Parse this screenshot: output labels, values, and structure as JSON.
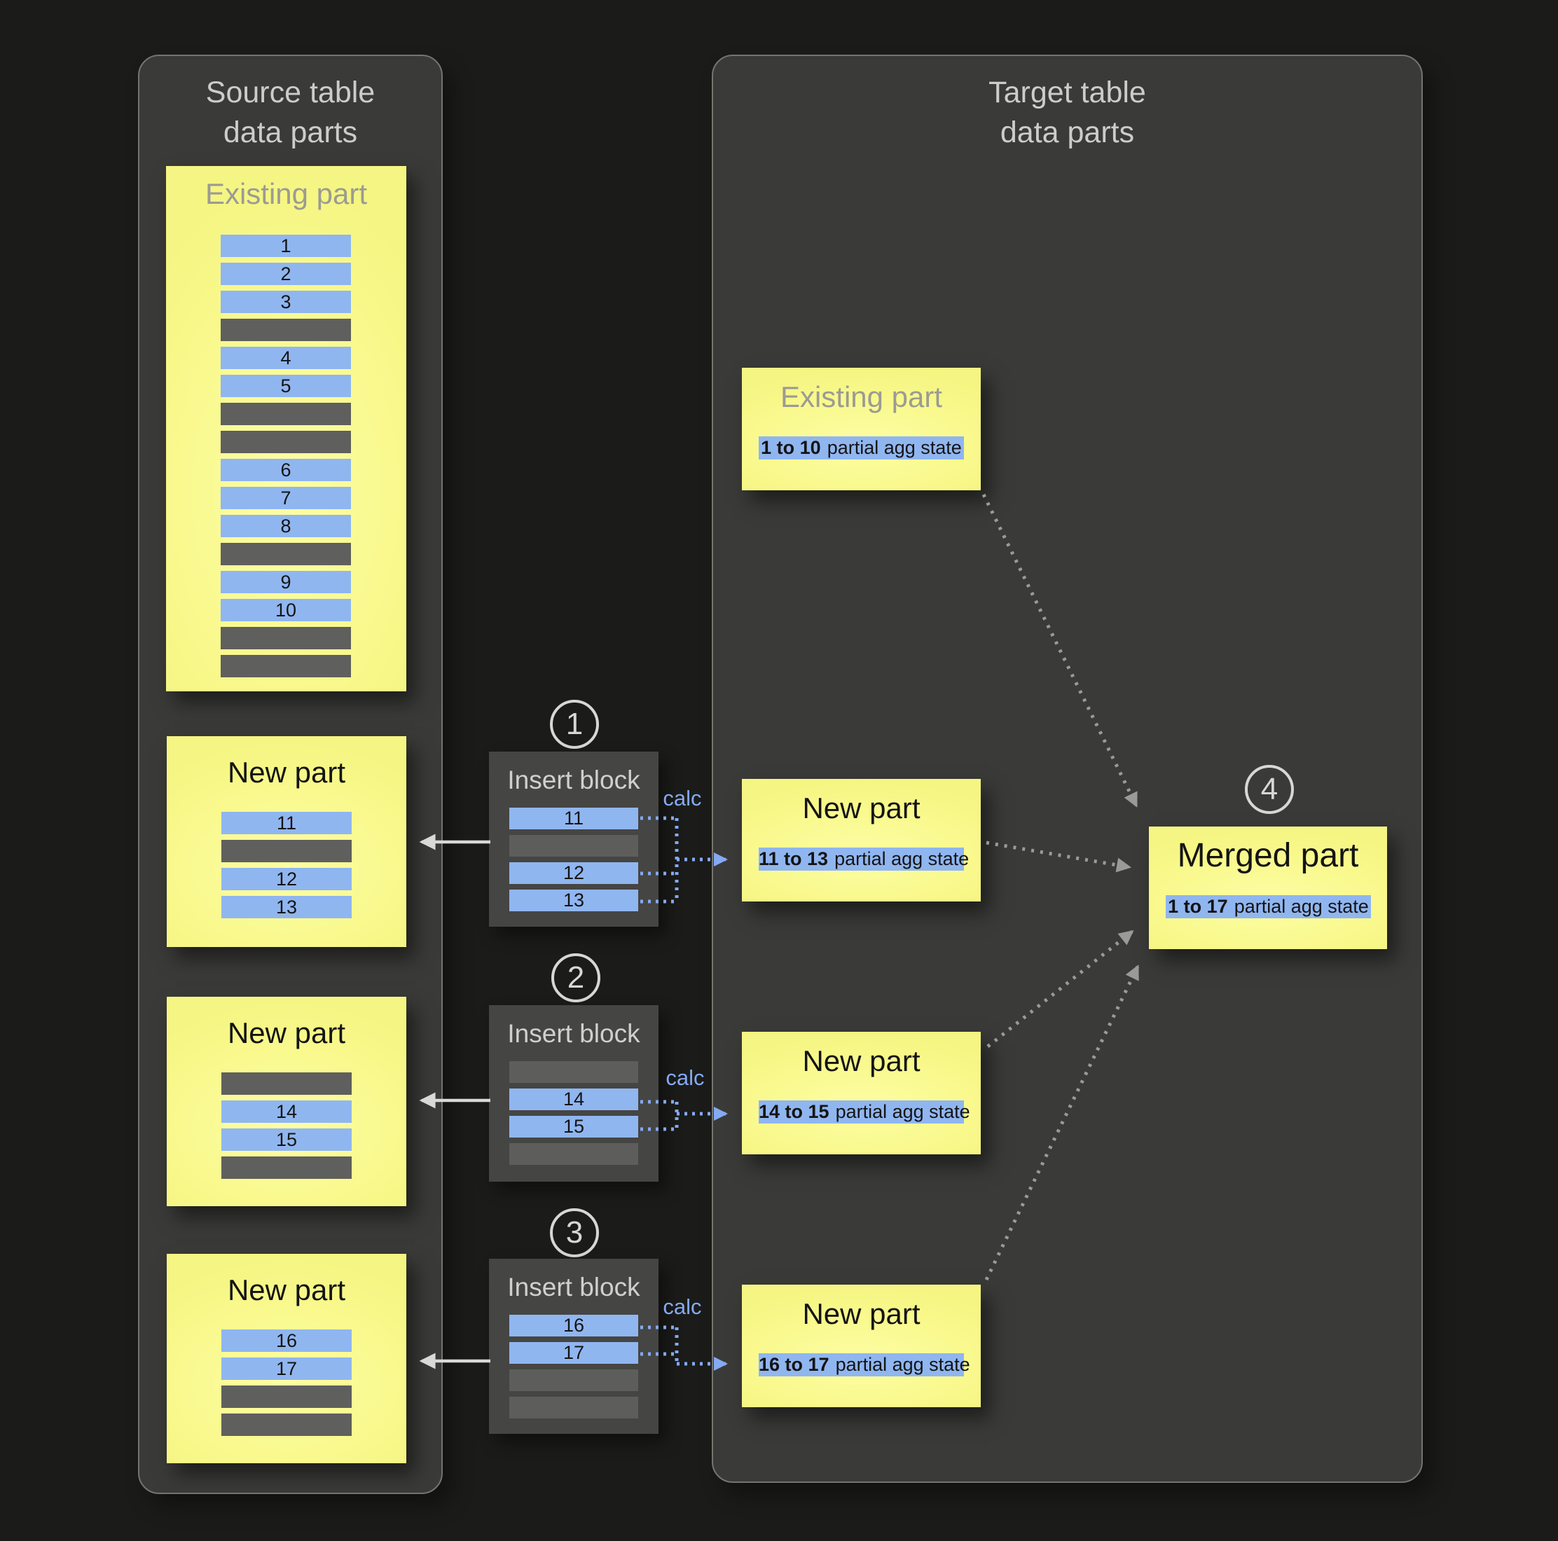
{
  "colors": {
    "background": "#1b1b19",
    "panel_fill": "#3a3a38",
    "panel_border": "#75756f",
    "part_yellow": "#f8f88b",
    "row_blue": "#90b6f0",
    "row_gray": "#5f5f5d",
    "insert_block_fill": "#454543",
    "accent_blue": "#84aaf3",
    "arrow_white": "#d9d9d9",
    "arrow_gray": "#9a9a98"
  },
  "source_panel": {
    "title_line1": "Source table",
    "title_line2": "data parts",
    "existing_part": {
      "title": "Existing part",
      "rows": [
        {
          "label": "1",
          "kind": "blue"
        },
        {
          "label": "2",
          "kind": "blue"
        },
        {
          "label": "3",
          "kind": "blue"
        },
        {
          "label": "",
          "kind": "gray"
        },
        {
          "label": "4",
          "kind": "blue"
        },
        {
          "label": "5",
          "kind": "blue"
        },
        {
          "label": "",
          "kind": "gray"
        },
        {
          "label": "",
          "kind": "gray"
        },
        {
          "label": "6",
          "kind": "blue"
        },
        {
          "label": "7",
          "kind": "blue"
        },
        {
          "label": "8",
          "kind": "blue"
        },
        {
          "label": "",
          "kind": "gray"
        },
        {
          "label": "9",
          "kind": "blue"
        },
        {
          "label": "10",
          "kind": "blue"
        },
        {
          "label": "",
          "kind": "gray"
        },
        {
          "label": "",
          "kind": "gray"
        }
      ]
    },
    "new_parts": [
      {
        "title": "New part",
        "rows": [
          {
            "label": "11",
            "kind": "blue"
          },
          {
            "label": "",
            "kind": "gray"
          },
          {
            "label": "12",
            "kind": "blue"
          },
          {
            "label": "13",
            "kind": "blue"
          }
        ]
      },
      {
        "title": "New part",
        "rows": [
          {
            "label": "",
            "kind": "gray"
          },
          {
            "label": "14",
            "kind": "blue"
          },
          {
            "label": "15",
            "kind": "blue"
          },
          {
            "label": "",
            "kind": "gray"
          }
        ]
      },
      {
        "title": "New part",
        "rows": [
          {
            "label": "16",
            "kind": "blue"
          },
          {
            "label": "17",
            "kind": "blue"
          },
          {
            "label": "",
            "kind": "gray"
          },
          {
            "label": "",
            "kind": "gray"
          }
        ]
      }
    ]
  },
  "insert_blocks": [
    {
      "step": "1",
      "title": "Insert block",
      "calc_label": "calc",
      "rows": [
        {
          "label": "11",
          "kind": "blue"
        },
        {
          "label": "",
          "kind": "gray"
        },
        {
          "label": "12",
          "kind": "blue"
        },
        {
          "label": "13",
          "kind": "blue"
        }
      ]
    },
    {
      "step": "2",
      "title": "Insert block",
      "calc_label": "calc",
      "rows": [
        {
          "label": "",
          "kind": "gray"
        },
        {
          "label": "14",
          "kind": "blue"
        },
        {
          "label": "15",
          "kind": "blue"
        },
        {
          "label": "",
          "kind": "gray"
        }
      ]
    },
    {
      "step": "3",
      "title": "Insert block",
      "calc_label": "calc",
      "rows": [
        {
          "label": "16",
          "kind": "blue"
        },
        {
          "label": "17",
          "kind": "blue"
        },
        {
          "label": "",
          "kind": "gray"
        },
        {
          "label": "",
          "kind": "gray"
        }
      ]
    }
  ],
  "target_panel": {
    "title_line1": "Target table",
    "title_line2": "data parts",
    "existing_part": {
      "title": "Existing part",
      "agg_range": "1 to 10",
      "agg_text": "partial agg state"
    },
    "new_parts": [
      {
        "title": "New part",
        "agg_range": "11 to 13",
        "agg_text": "partial agg state"
      },
      {
        "title": "New part",
        "agg_range": "14 to 15",
        "agg_text": "partial agg state"
      },
      {
        "title": "New part",
        "agg_range": "16 to 17",
        "agg_text": "partial agg state"
      }
    ],
    "merged_part": {
      "step": "4",
      "title": "Merged part",
      "agg_range": "1 to 17",
      "agg_text": "partial agg state"
    }
  }
}
